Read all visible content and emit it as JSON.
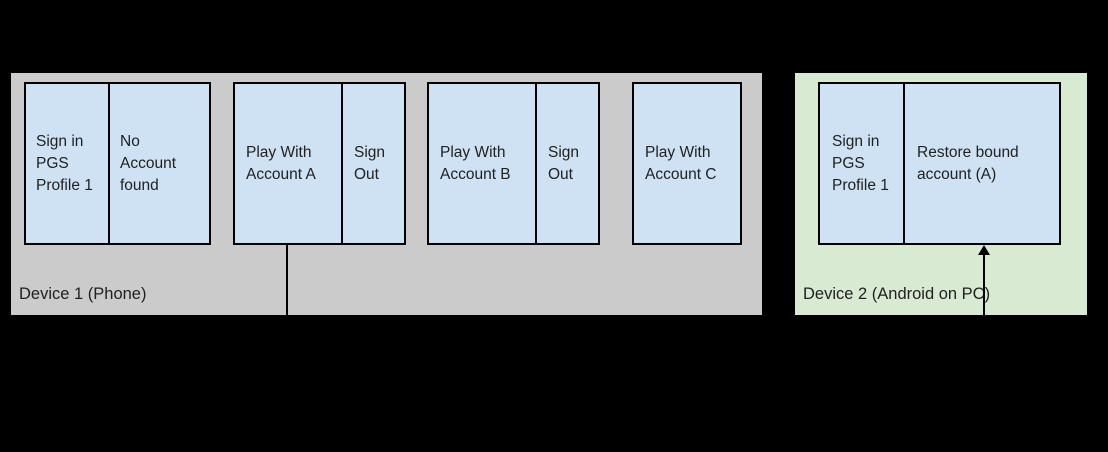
{
  "colors": {
    "background": "#000000",
    "device1_panel": "#cbcbcb",
    "device2_panel": "#d9ead3",
    "step_box": "#cfe2f3",
    "border_and_lines": "#000000",
    "text": "#212121"
  },
  "device1": {
    "label": "Device 1 (Phone)",
    "steps": {
      "sign_in": "Sign in PGS Profile 1",
      "no_account": "No Account found",
      "play_a": "Play With Account A",
      "sign_out_1": "Sign Out",
      "play_b": "Play With Account B",
      "sign_out_2": "Sign Out",
      "play_c": "Play With Account C"
    }
  },
  "device2": {
    "label": "Device 2 (Android on PC)",
    "steps": {
      "sign_in": "Sign in PGS Profile 1",
      "restore": "Restore bound account (A)"
    }
  }
}
